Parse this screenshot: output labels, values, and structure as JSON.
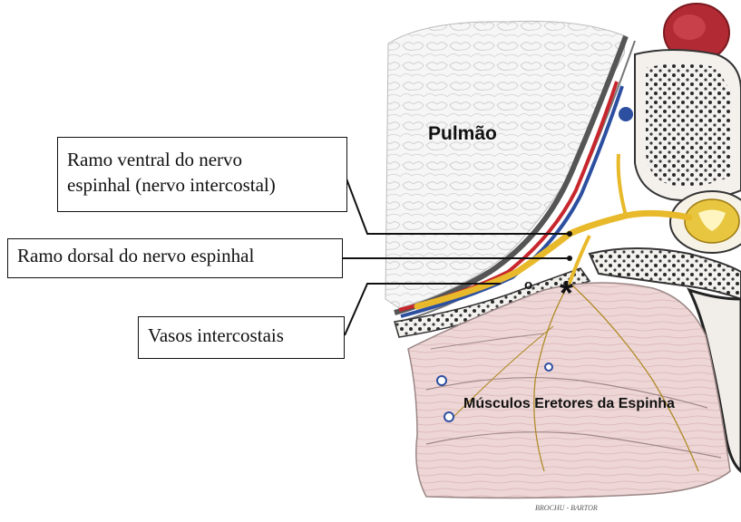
{
  "figure": {
    "labels": {
      "lung": "Pulmão",
      "muscles": "Músculos Eretores da Espinha",
      "marker_o": "o",
      "marker_star": "*",
      "signature": "BROCHU - BARTOR"
    },
    "callouts": {
      "ventral_line1": "Ramo ventral do nervo",
      "ventral_line2": "espinhal (nervo intercostal)",
      "dorsal": "Ramo dorsal do nervo espinhal",
      "vessels": "Vasos intercostais"
    },
    "colors": {
      "nerve": "#e8b92a",
      "artery": "#c8262d",
      "vein": "#2d4fa0",
      "muscle": "#ecd3d3",
      "lung": "#f2f2f2",
      "bone": "#f4f1ec",
      "pleura": "#555555"
    }
  }
}
